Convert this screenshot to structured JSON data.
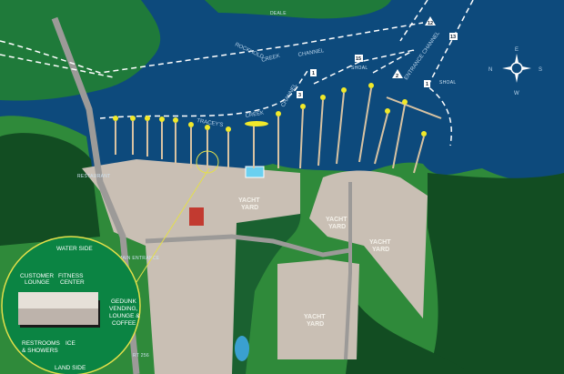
{
  "colors": {
    "water": "#0d4a7c",
    "land": "#2f8a3a",
    "forest": "#124d22",
    "yard": "#c9bfb4",
    "road": "#9c9a98",
    "inset": "#0b8443",
    "ring": "#e4e04a",
    "dock": "#d9c3a2",
    "marker": "#f1e92a"
  },
  "water_labels": {
    "deale": "DEALE",
    "rockhold": "ROCKHOLD",
    "creek1": "CREEK",
    "channel1": "CHANNEL",
    "traceys": "TRACEY'S",
    "creek2": "CREEK",
    "channel2": "CHANNEL",
    "shoal1": "SHOAL",
    "shoal2": "SHOAL",
    "entrance": "ENTRANCE CHANNEL"
  },
  "markers": {
    "m12": "12",
    "m13": "13",
    "m15": "15",
    "m1a": "1",
    "m3": "3",
    "m2": "2",
    "m1b": "1"
  },
  "compass": {
    "n": "N",
    "e": "E",
    "s": "S",
    "w": "W"
  },
  "land_labels": {
    "yy1": "YACHT",
    "yy1b": "YARD",
    "yy2": "YACHT",
    "yy2b": "YARD",
    "yy3": "YACHT",
    "yy3b": "YARD",
    "yy4": "YACHT",
    "yy4b": "YARD",
    "restaurant": "RESTAURANT",
    "main_entrance": "MAIN ENTRANCE",
    "rt": "RT 256"
  },
  "inset": {
    "water_side": "WATER SIDE",
    "customer_lounge_1": "CUSTOMER",
    "customer_lounge_2": "LOUNGE",
    "fitness_1": "FITNESS",
    "fitness_2": "CENTER",
    "gedunk_1": "GEDUNK",
    "gedunk_2": "VENDING,",
    "gedunk_3": "LOUNGE &",
    "gedunk_4": "COFFEE",
    "restrooms_1": "RESTROOMS",
    "restrooms_2": "& SHOWERS",
    "ice": "ICE",
    "land_side": "LAND SIDE"
  }
}
